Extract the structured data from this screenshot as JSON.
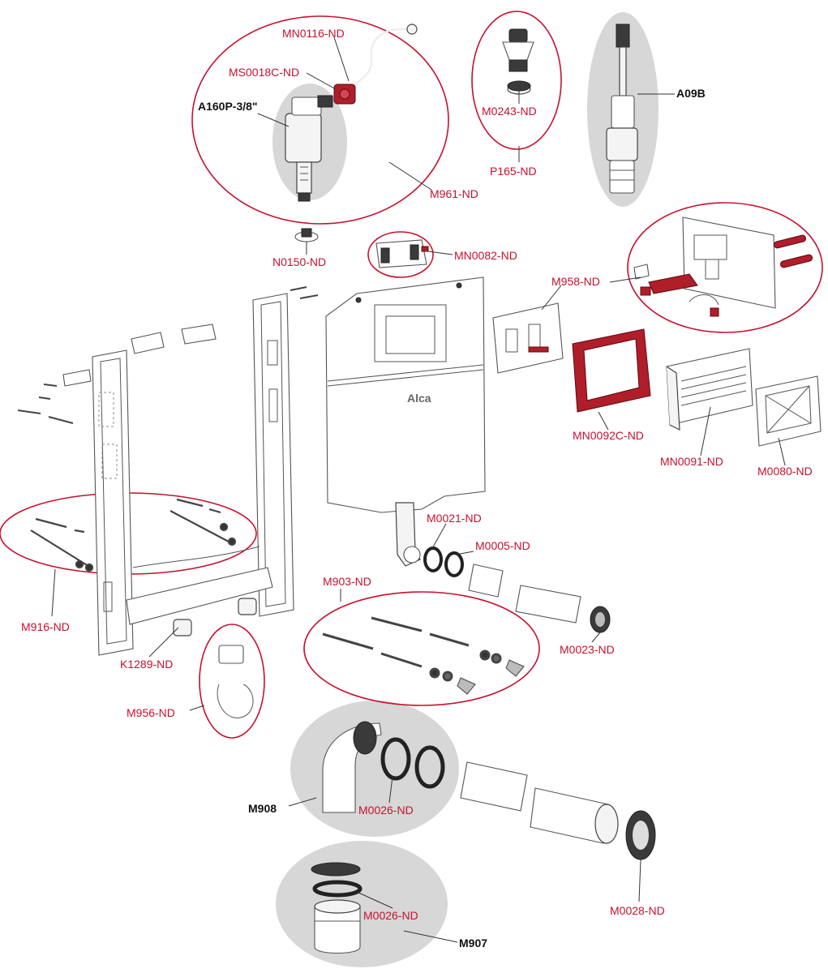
{
  "labels": {
    "mn0116": "MN0116-ND",
    "ms0018c": "MS0018C-ND",
    "a160p": "A160P-3/8\"",
    "m961": "M961-ND",
    "m0243": "M0243-ND",
    "p165": "P165-ND",
    "a09b": "A09B",
    "n0150": "N0150-ND",
    "mn0082": "MN0082-ND",
    "m958": "M958-ND",
    "mn0092c": "MN0092C-ND",
    "mn0091": "MN0091-ND",
    "m0080": "M0080-ND",
    "m0021": "M0021-ND",
    "m0005": "M0005-ND",
    "m903": "M903-ND",
    "m916": "M916-ND",
    "m0023": "M0023-ND",
    "k1289": "K1289-ND",
    "m956": "M956-ND",
    "m908": "M908",
    "m0026_a": "M0026-ND",
    "m0026_b": "M0026-ND",
    "m907": "M907",
    "m0028": "M0028-ND"
  },
  "brand_logo": "Alca",
  "colors": {
    "label_red": "#c8102e",
    "label_black": "#111111",
    "highlight_gray": "#d7d7d7",
    "part_red": "#b01e2a"
  }
}
